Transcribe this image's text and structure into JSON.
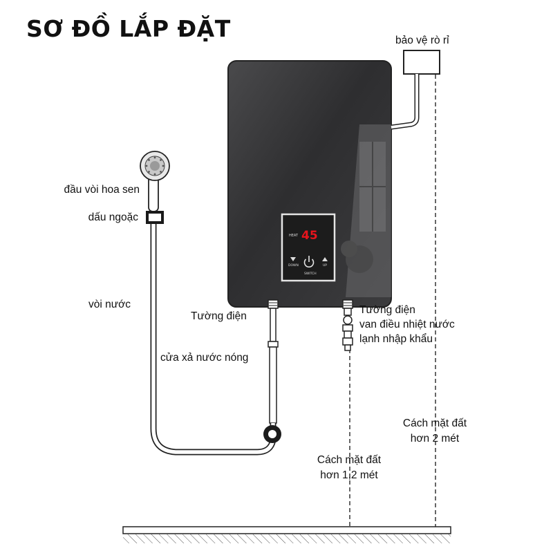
{
  "title": "SƠ ĐỒ LẮP ĐẶT",
  "labels": {
    "leak_protection": "bảo vệ rò rỉ",
    "shower_head": "đầu vòi hoa sen",
    "bracket": "dấu ngoặc",
    "hose": "vòi nước",
    "wall_left": "Tường điện",
    "hot_outlet": "cửa xả nước nóng",
    "wall_right": "Tường điện",
    "valve_line1": "van điều nhiệt nước",
    "valve_line2": "lạnh nhập khẩu",
    "height_2m_line1": "Cách mặt đất",
    "height_2m_line2": "hơn 2 mét",
    "height_12m_line1": "Cách mặt đất",
    "height_12m_line2": "hơn 1,2 mét"
  },
  "panel": {
    "temperature": "45",
    "heat_label": "HEAT",
    "down_label": "DOWN",
    "up_label": "UP",
    "switch_label": "SWITCH",
    "display_color": "#e8141c"
  },
  "colors": {
    "heater_body": "#3a3a3c",
    "line": "#222222"
  }
}
